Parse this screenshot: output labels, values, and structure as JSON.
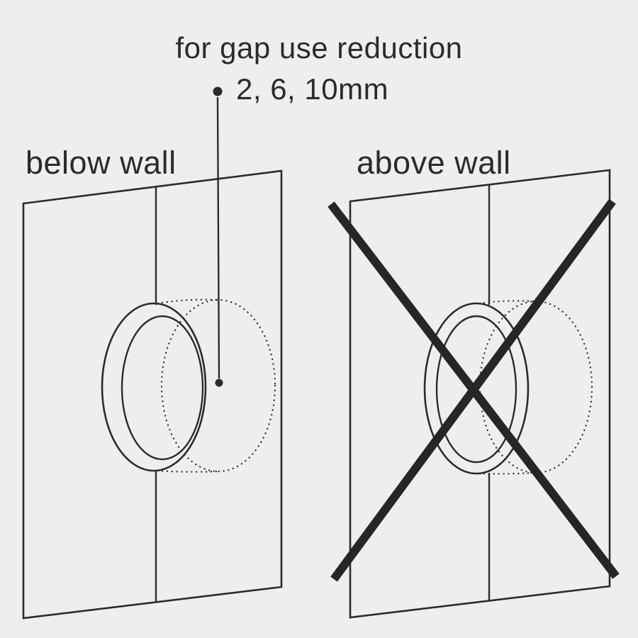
{
  "title": "for gap use reduction",
  "gap_values": "2, 6, 10mm",
  "left_panel": {
    "label": "below wall"
  },
  "right_panel": {
    "label": "above wall"
  },
  "colors": {
    "background": "#edefee",
    "line": "#2b2b2b",
    "cross": "#262626"
  }
}
